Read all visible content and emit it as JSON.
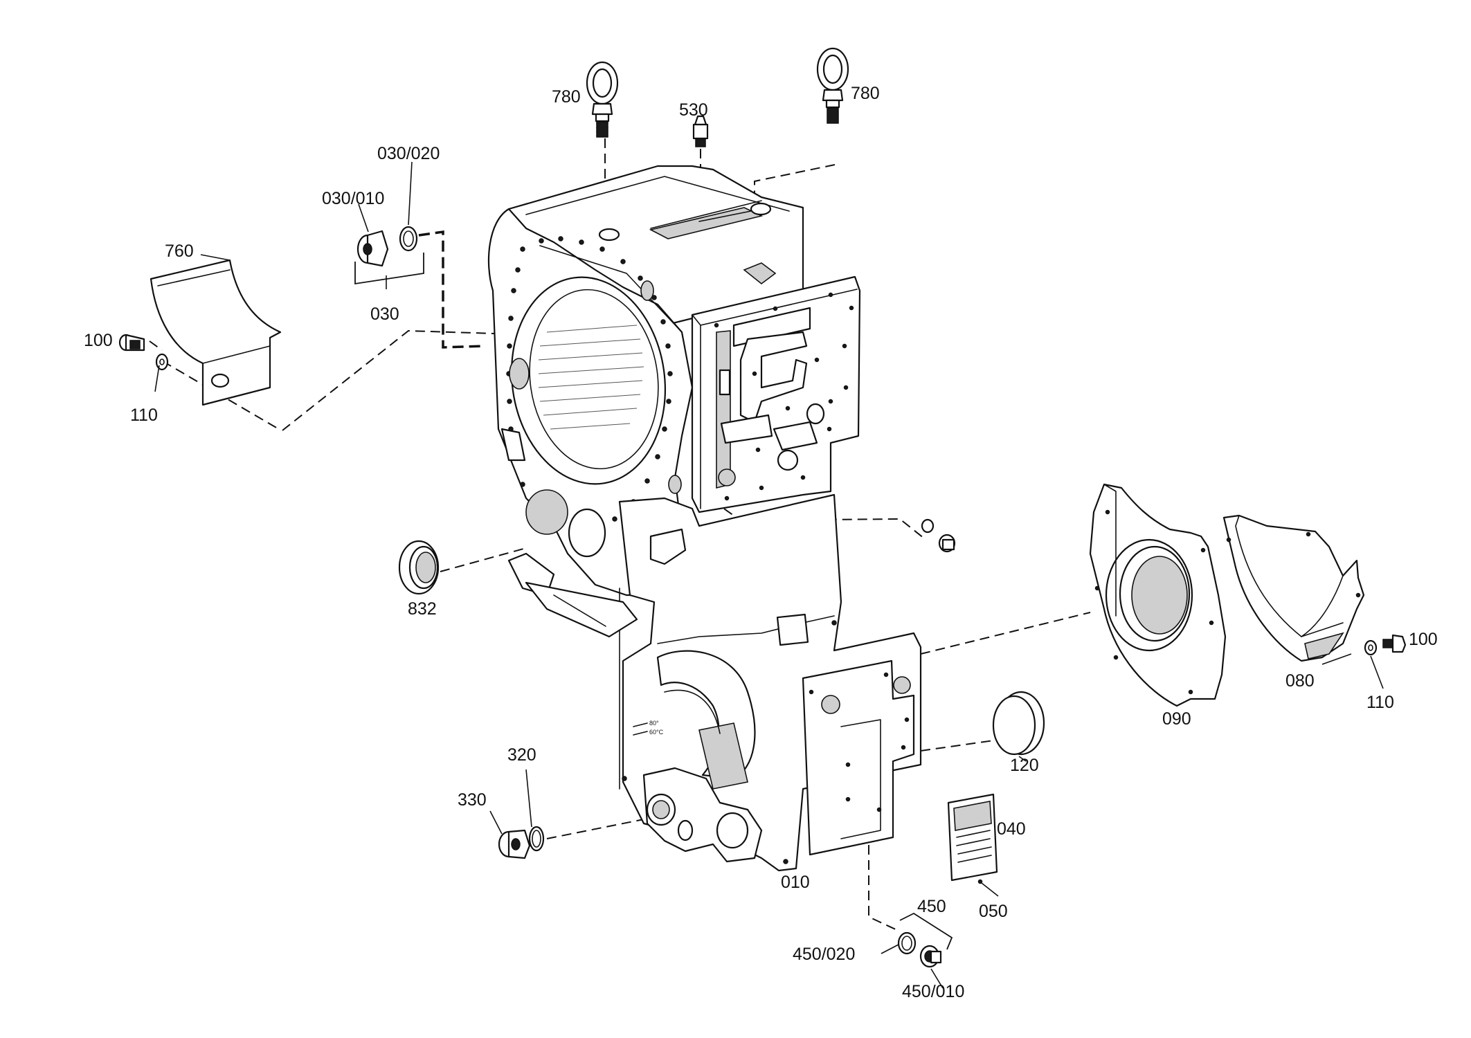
{
  "callouts": {
    "c780_left": "780",
    "c780_right": "780",
    "c530": "530",
    "c030_020": "030/020",
    "c030_010": "030/010",
    "c030": "030",
    "c760": "760",
    "c100_left": "100",
    "c110_left": "110",
    "c832": "832",
    "c320": "320",
    "c330": "330",
    "c010": "010",
    "c120": "120",
    "c040": "040",
    "c050": "050",
    "c450": "450",
    "c450_020": "450/020",
    "c450_010": "450/010",
    "c090": "090",
    "c080": "080",
    "c100_right": "100",
    "c110_right": "110"
  },
  "scale_marks": {
    "mark_80": "80°",
    "mark_60": "60°C"
  },
  "colors": {
    "ink": "#111111",
    "paper": "#ffffff"
  }
}
